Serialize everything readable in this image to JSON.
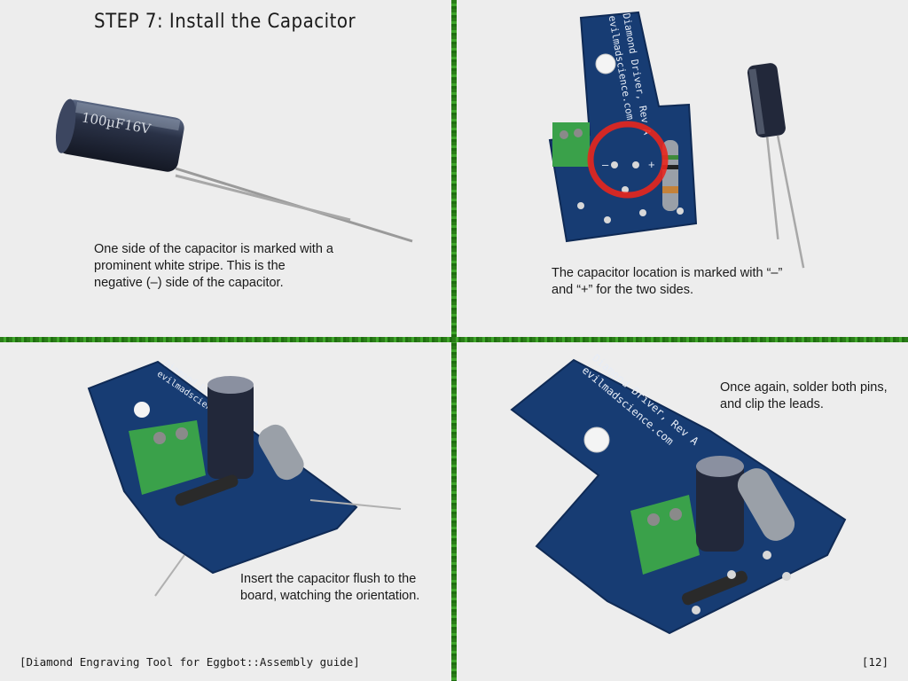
{
  "title": "STEP 7: Install the Capacitor",
  "captions": {
    "q1": "One side of the capacitor is marked with a prominent white stripe.  This is the negative (–) side of the capacitor.",
    "q2": "The capacitor location is marked with “–” and “+” for the two sides.",
    "q3": "Insert the capacitor flush to the board, watching the orientation.",
    "q4": "Once again, solder both pins, and clip the leads."
  },
  "board_text": {
    "line1": "Diamond Driver, Rev A",
    "line2": "evilmadscience.com",
    "cap_marking": "100µF16V",
    "plus": "+",
    "minus": "–"
  },
  "footer": {
    "left": "[Diamond Engraving Tool for Eggbot::Assembly guide]",
    "right": "[12]"
  },
  "colors": {
    "pcb": "#173c73",
    "terminal": "#3aa14a",
    "divider": "#2f8a1c",
    "highlight": "#e8261d",
    "capacitor": "#22283a"
  }
}
